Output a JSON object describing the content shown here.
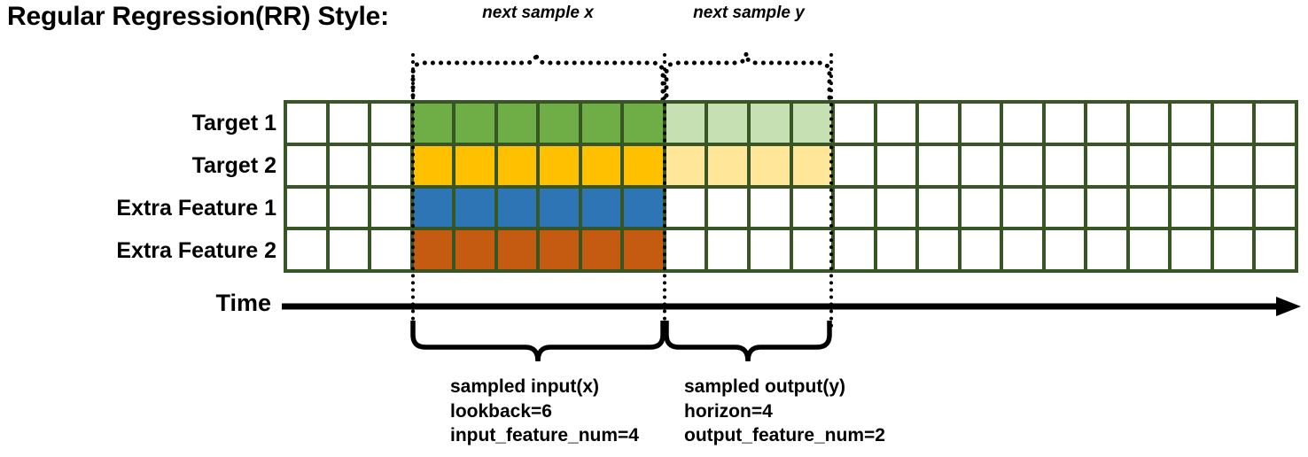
{
  "title": "Regular Regression(RR) Style:",
  "top_labels": {
    "next_sample_x": "next sample x",
    "next_sample_y": "next sample y"
  },
  "rows": [
    {
      "label": "Target 1",
      "color": "#6FAD47",
      "light_color": "#C6E0B4",
      "has_output": true
    },
    {
      "label": "Target 2",
      "color": "#FFC000",
      "light_color": "#FFE699",
      "has_output": true
    },
    {
      "label": "Extra Feature 1",
      "color": "#2E75B6",
      "light_color": "#FFFFFF",
      "has_output": false
    },
    {
      "label": "Extra Feature 2",
      "color": "#C55A11",
      "light_color": "#FFFFFF",
      "has_output": false
    }
  ],
  "grid": {
    "total_columns": 24,
    "lead_white_columns": 3,
    "input_columns": 6,
    "output_columns": 4,
    "trail_white_columns": 11,
    "border_color": "#375623",
    "empty_color": "#FFFFFF"
  },
  "time_axis": {
    "label": "Time"
  },
  "annotations": {
    "input": {
      "line1": "sampled input(x)",
      "line2": "lookback=6",
      "line3": "input_feature_num=4"
    },
    "output": {
      "line1": "sampled output(y)",
      "line2": "horizon=4",
      "line3": "output_feature_num=2"
    }
  }
}
